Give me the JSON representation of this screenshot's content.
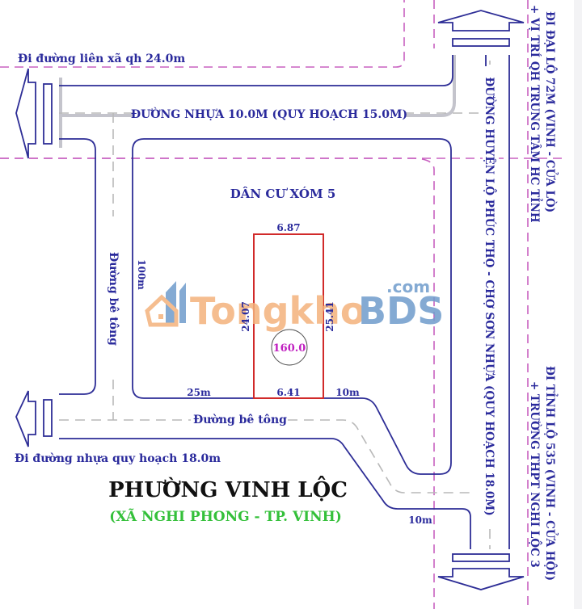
{
  "colors": {
    "road_outline": "#2d2d96",
    "road_shadow": "#c4c4cc",
    "centerline": "#b9b9b9",
    "boundary_dash": "#c860c0",
    "lot_outline": "#d12a2a",
    "area_text": "#c020c0",
    "label_text": "#2a2a9c",
    "title_text": "#111111",
    "subtitle_text": "#34c03a",
    "watermark_orange": "#f4b27c",
    "watermark_blue": "#6f9ccc"
  },
  "roads": {
    "top_left_arrow": "Đi đường liên xã qh 24.0m",
    "top_road": "ĐƯỜNG NHỰA 10.0M (QUY HOẠCH 15.0M)",
    "left_vertical": "Đường bê tông",
    "bottom_road": "Đường bê tông",
    "bottom_left_arrow": "Đi đường nhựa quy hoạch 18.0m",
    "right_vertical": "ĐƯỜNG HUYỆN LỘ PHÚC THỌ - CHỢ SƠN NHỰA (QUY HOẠCH 18.0M)",
    "right_top_line1": "ĐI ĐẠI LỘ 72M (VINH - CỬA LÒ)",
    "right_top_line2": "+ VỊ TRÍ QH TRUNG TÂM HC TỈNH",
    "right_bottom_line1": "ĐI TỈNH LỘ 535 (VINH - CỬA HỘI)",
    "right_bottom_line2": "+ TRƯỜNG THPT NGHI LỘC 3"
  },
  "block": {
    "name": "DÂN CƯ XÓM 5",
    "depth_label": "100m"
  },
  "lot": {
    "top_width": "6.87",
    "bottom_width": "6.41",
    "left_side": "24.07",
    "right_side": "25.41",
    "area": "160.0",
    "left_distance": "25m",
    "right_distance": "10m",
    "corner_distance": "10m"
  },
  "title": {
    "main": "PHƯỜNG VINH LỘC",
    "sub": "(XÃ NGHI PHONG - TP. VINH)"
  },
  "watermark": {
    "part1": "Tongkho",
    "part2": "BDS",
    "suffix": ".com"
  }
}
